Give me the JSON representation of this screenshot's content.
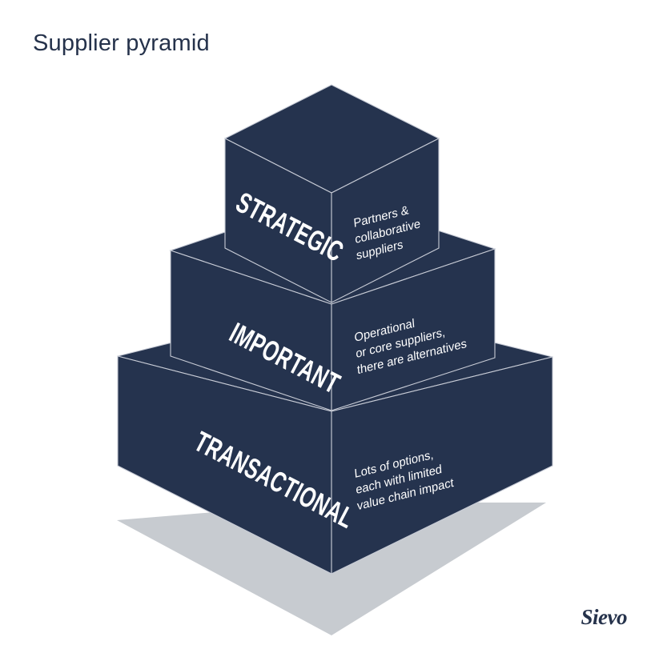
{
  "page": {
    "title": "Supplier pyramid",
    "background_color": "#ffffff",
    "text_color": "#25324b"
  },
  "brand": {
    "logo_text": "Sievo",
    "color": "#25324b"
  },
  "diagram": {
    "kind": "isometric-3d-pyramid",
    "block_fill": "#25334e",
    "block_outline": "#c8ccd6",
    "shadow_color": "#c7cbd0",
    "label_color": "#ffffff",
    "tiers": [
      {
        "id": "strategic",
        "level": 1,
        "position": "top",
        "label": "STRATEGIC",
        "description": "Partners & collaborative suppliers",
        "description_lines": [
          "Partners &",
          "collaborative",
          "suppliers"
        ]
      },
      {
        "id": "important",
        "level": 2,
        "position": "middle",
        "label": "IMPORTANT",
        "description": "Operational or core suppliers, there are alternatives",
        "description_lines": [
          "Operational",
          "or core suppliers,",
          "there are alternatives"
        ]
      },
      {
        "id": "transactional",
        "level": 3,
        "position": "bottom",
        "label": "TRANSACTIONAL",
        "description": "Lots of options, each with limited value chain impact",
        "description_lines": [
          "Lots of options,",
          "each with limited",
          "value chain impact"
        ]
      }
    ]
  }
}
